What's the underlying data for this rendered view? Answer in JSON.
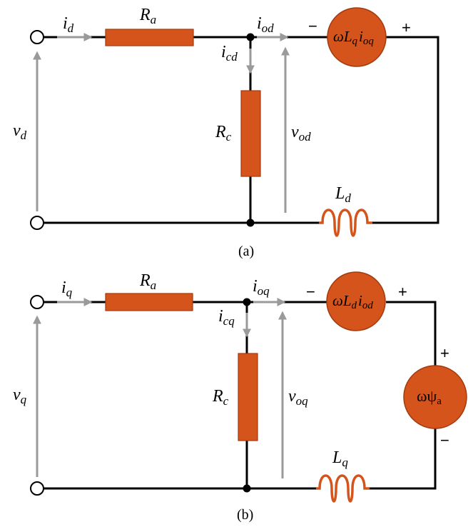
{
  "circuit_a": {
    "caption": "(a)",
    "input_current": "i",
    "input_current_sub": "d",
    "input_voltage": "v",
    "input_voltage_sub": "d",
    "series_resistor": "R",
    "series_resistor_sub": "a",
    "shunt_current": "i",
    "shunt_current_sub": "cd",
    "shunt_resistor": "R",
    "shunt_resistor_sub": "c",
    "output_current": "i",
    "output_current_sub": "od",
    "output_voltage": "v",
    "output_voltage_sub": "od",
    "source_a": "ωL",
    "source_b": "q",
    "source_c": "i",
    "source_d": "oq",
    "inductor": "L",
    "inductor_sub": "d",
    "sign_minus": "−",
    "sign_plus": "+"
  },
  "circuit_b": {
    "caption": "(b)",
    "input_current": "i",
    "input_current_sub": "q",
    "input_voltage": "v",
    "input_voltage_sub": "q",
    "series_resistor": "R",
    "series_resistor_sub": "a",
    "shunt_current": "i",
    "shunt_current_sub": "cq",
    "shunt_resistor": "R",
    "shunt_resistor_sub": "c",
    "output_current": "i",
    "output_current_sub": "oq",
    "output_voltage": "v",
    "output_voltage_sub": "oq",
    "source_a": "ωL",
    "source_b": "d",
    "source_c": "i",
    "source_d": "od",
    "source2_a": "ωψ",
    "source2_b": "a",
    "inductor": "L",
    "inductor_sub": "q",
    "sign_minus": "−",
    "sign_plus": "+",
    "sign2_plus": "+",
    "sign2_minus": "−"
  },
  "colors": {
    "component": "#d4541b",
    "arrow": "#9a9a9a",
    "wire": "#000000"
  }
}
